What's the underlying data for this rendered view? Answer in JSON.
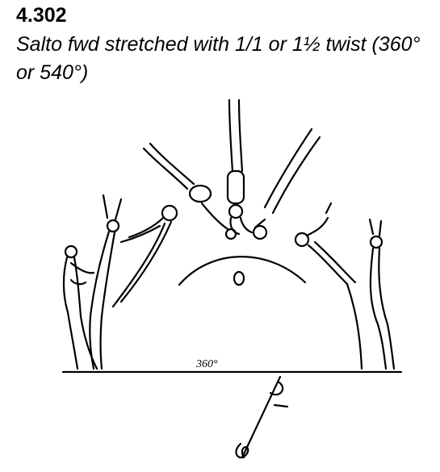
{
  "element": {
    "number": "4.302",
    "description": "Salto fwd stretched with 1/1 or 1½ twist (360° or 540°)"
  },
  "figure": {
    "rotation_label": "360°",
    "icons": [
      "gymnast-sequence-drawing",
      "vaulting-arc",
      "twist-symbol"
    ]
  }
}
